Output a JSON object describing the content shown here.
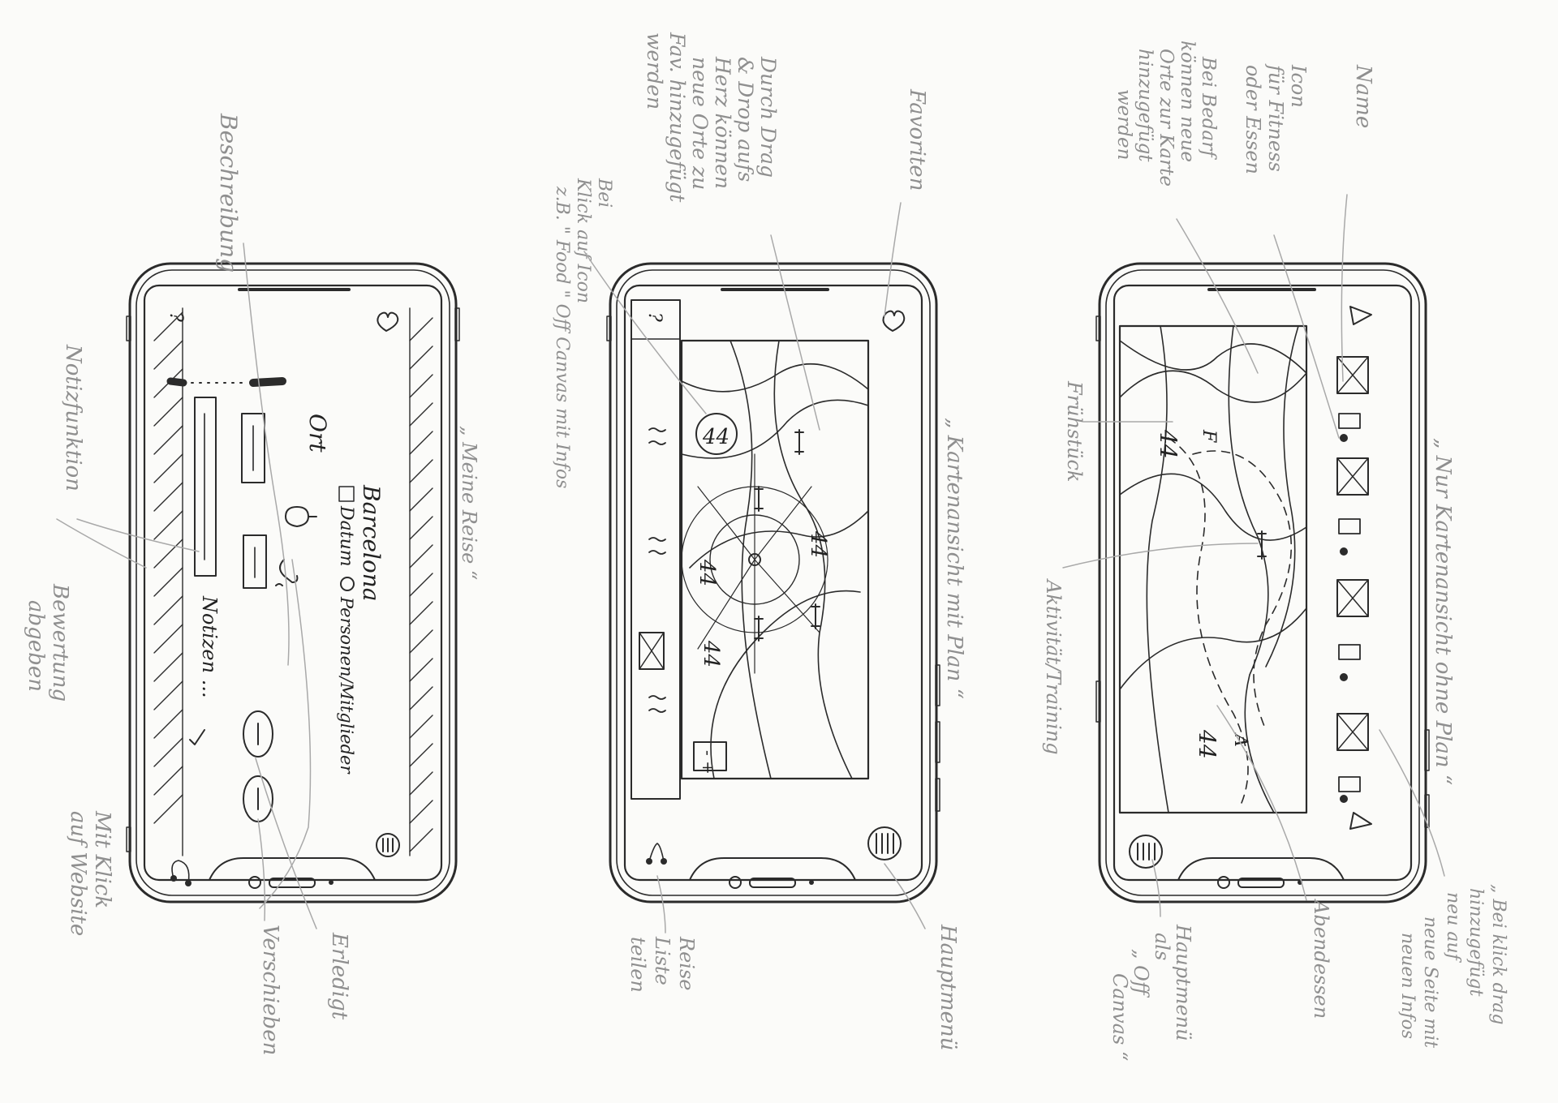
{
  "colors": {
    "paper": "#fbfbf9",
    "ink": "#2b2b2b",
    "pencil": "#9a9a9a"
  },
  "phone1": {
    "caption": "„ Meine Reise “",
    "title": "Barcelona",
    "date": "Datum",
    "persons": "Personen/Mitglieder",
    "place": "Ort",
    "notes": "Notizen ...",
    "question_mark": "?",
    "icons": [
      "heart-icon",
      "calendar-icon",
      "people-icon",
      "pin-icon",
      "phone-icon",
      "menu-icon",
      "cherry-icon"
    ]
  },
  "phone2": {
    "caption": "„ Kartenansicht mit Plan “",
    "question_mark": "?",
    "zoom": "- +",
    "icons": [
      "heart-icon",
      "fork-knife-icon",
      "dumbbell-icon",
      "menu-icon",
      "cherry-icon"
    ]
  },
  "phone3": {
    "caption": "„ Nur Kartenansicht ohne Plan “",
    "marker_f": "F",
    "marker_a": "A",
    "icons": [
      "triangle-up-icon",
      "triangle-down-icon",
      "fork-knife-icon",
      "dumbbell-icon",
      "menu-icon"
    ]
  },
  "annotations": {
    "beschreibung": "Beschreibung",
    "notizfunktion": "Notizfunktion",
    "bewertung_abgeben": [
      "Bewertung",
      "abgeben"
    ],
    "mit_klick_website": [
      "Mit Klick",
      "auf Website"
    ],
    "erledigt": "Erledigt",
    "verschieben": "Verschieben",
    "durch_drag_drop": [
      "Durch Drag",
      "& Drop aufs",
      "Herz können",
      "neue Orte zu",
      "Fav. hinzugefügt",
      "werden"
    ],
    "bei_klick_icon": [
      "Bei",
      "Klick auf Icon",
      "z.B. \" Food \" Off Canvas mit Infos"
    ],
    "favoriten": "Favoriten",
    "hauptmenu": "Hauptmenü",
    "reise_liste": [
      "Reise",
      "Liste",
      "teilen"
    ],
    "name": "Name",
    "icon_fitness": [
      "Icon",
      "für Fitness",
      "oder Essen"
    ],
    "bei_bedarf": [
      "Bei Bedarf",
      "können neue",
      "Orte zur Karte",
      "hinzugefügt",
      "werden"
    ],
    "fruhstuck": "Frühstück",
    "aktivitat": "Aktivität/Training",
    "hauptmenu_off_canvas": [
      "Hauptmenü",
      "als",
      "„ Off",
      "Canvas “"
    ],
    "abendessen": "Abendessen",
    "bei_klick_drag": [
      "„ Bei klick drag",
      "hinzugefügt",
      "neu auf",
      "neue Seite mit",
      "neuen Infos"
    ]
  }
}
